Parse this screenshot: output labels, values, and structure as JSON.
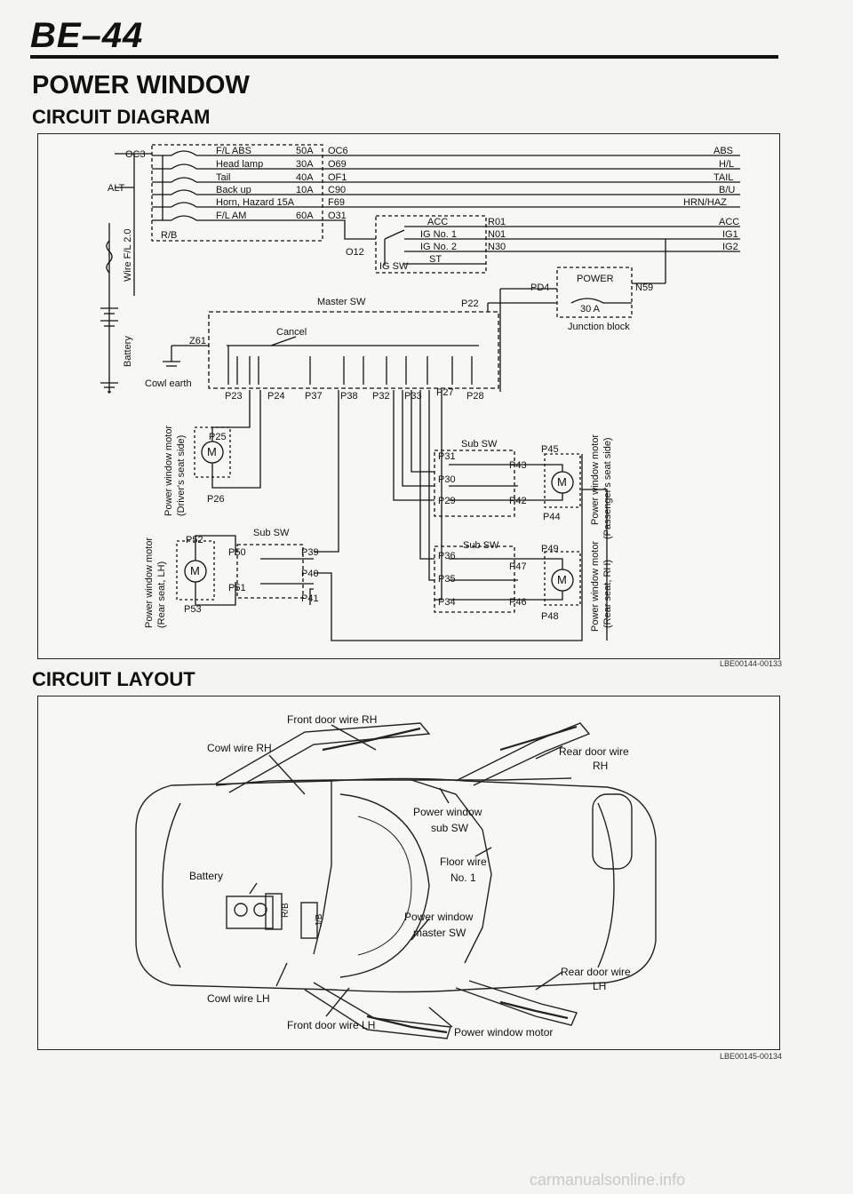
{
  "page_code": "BE–44",
  "title": "POWER WINDOW",
  "section_circuit": "CIRCUIT DIAGRAM",
  "section_layout": "CIRCUIT LAYOUT",
  "fig_ref_1": "LBE00144-00133",
  "fig_ref_2": "LBE00145-00134",
  "watermark": "carmanualsonline.info",
  "diagram": {
    "oc3": "OC3",
    "alt": "ALT",
    "rb": "R/B",
    "wire_fl": "Wire F/L 2.0",
    "battery": "Battery",
    "fuses": [
      {
        "name": "F/L ABS",
        "amp": "50A",
        "conn": "OC6",
        "out": "ABS"
      },
      {
        "name": "Head lamp",
        "amp": "30A",
        "conn": "O69",
        "out": "H/L"
      },
      {
        "name": "Tail",
        "amp": "40A",
        "conn": "OF1",
        "out": "TAIL"
      },
      {
        "name": "Back up",
        "amp": "10A",
        "conn": "C90",
        "out": "B/U"
      },
      {
        "name": "Horn, Hazard 15A",
        "amp": "",
        "conn": "F69",
        "out": "HRN/HAZ"
      },
      {
        "name": "F/L AM",
        "amp": "60A",
        "conn": "O31",
        "out": ""
      }
    ],
    "ig": [
      {
        "name": "ACC",
        "conn": "R01",
        "out": "ACC"
      },
      {
        "name": "IG No. 1",
        "conn": "N01",
        "out": "IG1"
      },
      {
        "name": "IG No. 2",
        "conn": "N30",
        "out": "IG2"
      },
      {
        "name": "ST",
        "conn": "",
        "out": ""
      }
    ],
    "o12": "O12",
    "ig_sw": "IG SW",
    "power": "POWER",
    "pd4": "PD4",
    "n59": "N59",
    "amp30": "30 A",
    "junction": "Junction block",
    "master_sw": "Master SW",
    "p22": "P22",
    "z61": "Z61",
    "cancel": "Cancel",
    "cowl_earth": "Cowl earth",
    "pins": [
      "P23",
      "P24",
      "P37",
      "P38",
      "P32",
      "P33",
      "P27",
      "P28"
    ],
    "motor_m": "M",
    "driver_motor": [
      "Power window motor",
      "(Driver's seat side)"
    ],
    "driver_pins": [
      "P25",
      "P26"
    ],
    "pass_motor": [
      "Power window motor",
      "(Passenger's seat side)"
    ],
    "pass_subsw": "Sub SW",
    "pass_pins": [
      "P31",
      "P30",
      "P29",
      "P45",
      "P43",
      "P42",
      "P44"
    ],
    "rl_motor": [
      "Power window motor",
      "(Rear seat, LH)"
    ],
    "rl_pins": [
      "P52",
      "P53",
      "P50",
      "P51",
      "P39",
      "P40",
      "P41"
    ],
    "rl_subsw": "Sub SW",
    "rr_motor": [
      "Power window motor",
      "(Rear seat, RH)"
    ],
    "rr_pins": [
      "P36",
      "P35",
      "P34",
      "P49",
      "P47",
      "P46",
      "P48"
    ],
    "rr_subsw": "Sub SW"
  },
  "layout": {
    "front_rh": "Front door wire RH",
    "cowl_rh": "Cowl wire RH",
    "rear_rh": [
      "Rear door wire",
      "RH"
    ],
    "sub_sw": [
      "Power window",
      "sub SW"
    ],
    "floor": [
      "Floor wire",
      "No. 1"
    ],
    "battery": "Battery",
    "rb": "R/B",
    "jb": "J/B",
    "master": [
      "Power window",
      "master SW"
    ],
    "rear_lh": [
      "Rear door wire",
      "LH"
    ],
    "cowl_lh": "Cowl wire LH",
    "front_lh": "Front door wire LH",
    "motor": "Power window motor"
  }
}
